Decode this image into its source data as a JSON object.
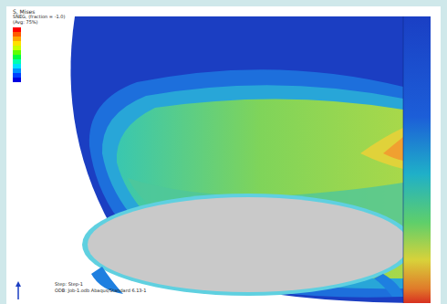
{
  "diagram": {
    "labels": [
      "S, Mises",
      "SNEG, (fraction = -1.0)",
      "(Avg: 75%)",
      "Step: Step-1",
      "ODB: Job-1.odb    Abaqus/Standard 6.13-1"
    ]
  }
}
